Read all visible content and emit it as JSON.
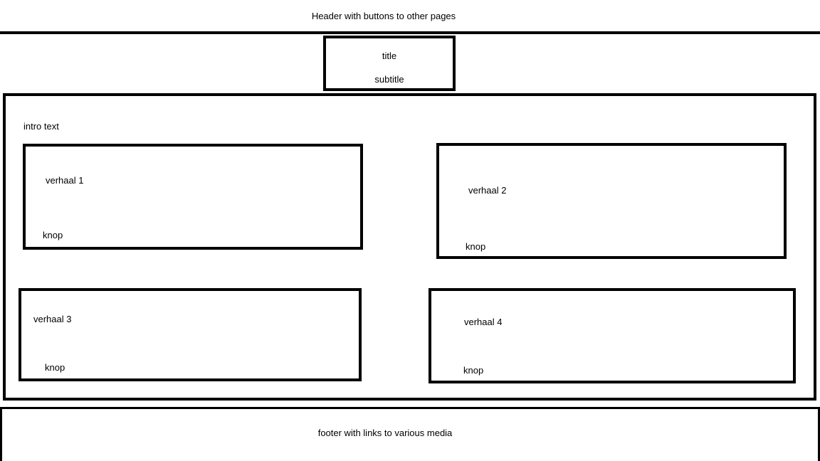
{
  "header": {
    "label": "Header with buttons to other pages"
  },
  "hero": {
    "title": "title",
    "subtitle": "subtitle"
  },
  "main": {
    "intro": "intro text",
    "stories": [
      {
        "label": "verhaal 1",
        "button": "knop"
      },
      {
        "label": "verhaal 2",
        "button": "knop"
      },
      {
        "label": "verhaal 3",
        "button": "knop"
      },
      {
        "label": "verhaal 4",
        "button": "knop"
      }
    ]
  },
  "footer": {
    "label": "footer with links to various media"
  }
}
